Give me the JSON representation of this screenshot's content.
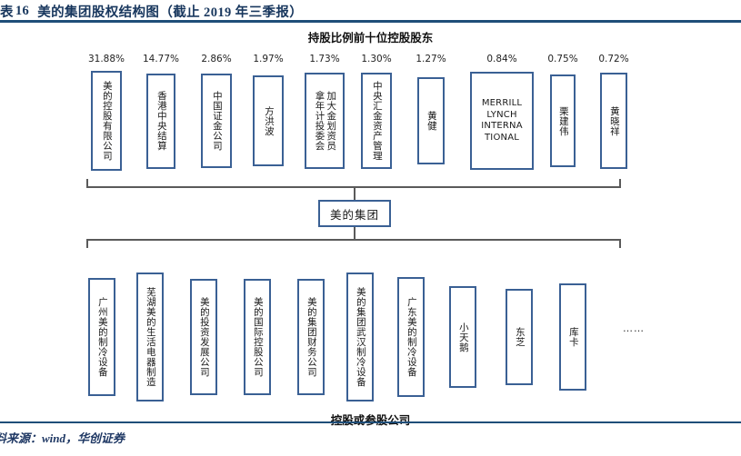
{
  "figure": {
    "label_prefix": "表",
    "number": "16",
    "title": "美的集团股权结构图（截止 2019 年三季报）",
    "source": "料来源：wind，华创证券"
  },
  "sections": {
    "top_caption": "持股比例前十位控股股东",
    "bottom_caption": "控股或参股公司"
  },
  "shareholders": [
    {
      "pct": "31.88%",
      "name": "美的控股有限公司",
      "mode": "vertical"
    },
    {
      "pct": "14.77%",
      "name": "香港中央结算",
      "mode": "vertical"
    },
    {
      "pct": "2.86%",
      "name": "中国证金公司",
      "mode": "vertical"
    },
    {
      "pct": "1.97%",
      "name": "方洪波",
      "mode": "vertical"
    },
    {
      "pct": "1.73%",
      "name": "加拿大年金计划投资委员会",
      "mode": "vertical-2col",
      "col1": "加大金划资员",
      "col2": "拿年计投委会"
    },
    {
      "pct": "1.30%",
      "name": "中央汇金资产管理",
      "mode": "vertical"
    },
    {
      "pct": "1.27%",
      "name": "黄健",
      "mode": "vertical"
    },
    {
      "pct": "0.84%",
      "name": "MERRILL LYNCH INTERNATIONAL",
      "mode": "horizontal",
      "lines": "MERRILL\nLYNCH\nINTERNA\nTIONAL"
    },
    {
      "pct": "0.75%",
      "name": "栗建伟",
      "mode": "vertical"
    },
    {
      "pct": "0.72%",
      "name": "黄晓祥",
      "mode": "vertical"
    }
  ],
  "center_node": {
    "name": "美的集团"
  },
  "subsidiaries": [
    {
      "name": "广州美的制冷设备",
      "mode": "vertical"
    },
    {
      "name": "芜湖美的生活电器制造",
      "mode": "vertical"
    },
    {
      "name": "美的投资发展公司",
      "mode": "vertical"
    },
    {
      "name": "美的国际控股公司",
      "mode": "vertical"
    },
    {
      "name": "美的集团财务公司",
      "mode": "vertical"
    },
    {
      "name": "美的集团武汉制冷设备",
      "mode": "vertical"
    },
    {
      "name": "广东美的制冷设备",
      "mode": "vertical"
    },
    {
      "name": "小天鹅",
      "mode": "vertical"
    },
    {
      "name": "东芝",
      "mode": "vertical"
    },
    {
      "name": "库卡",
      "mode": "vertical"
    }
  ],
  "ellipsis": "……",
  "colors": {
    "rule": "#1f4e79",
    "box_border": "#3a6094",
    "bracket": "#5a5a5a",
    "title": "#17365d",
    "source": "#1f3864"
  }
}
